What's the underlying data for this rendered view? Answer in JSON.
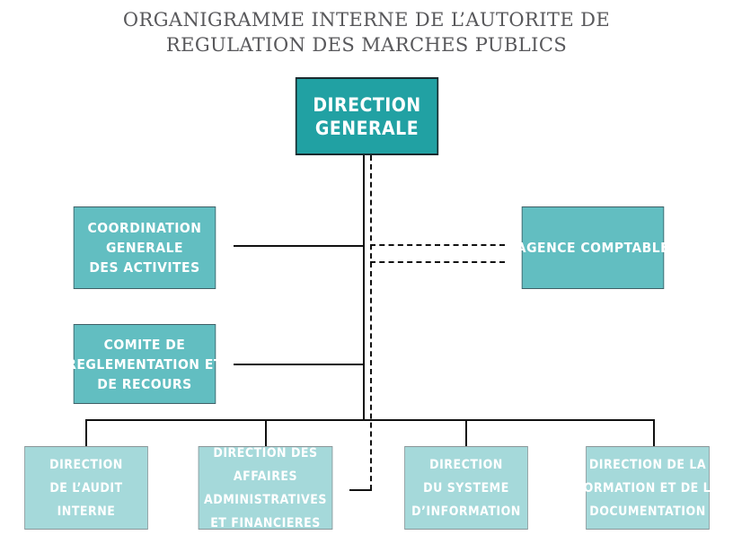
{
  "title": "ORGANIGRAMME INTERNE DE L’AUTORITE DE\nREGULATION DES MARCHES PUBLICS",
  "nodes": {
    "direction_generale": "DIRECTION\nGENERALE",
    "coordination_generale": "COORDINATION\nGENERALE\nDES ACTIVITES",
    "agence_comptable": "AGENCE COMPTABLE",
    "comite_reglementation": "COMITE DE\nREGLEMENTATION ET\nDE RECOURS",
    "direction_audit": "DIRECTION\nDE L’AUDIT\nINTERNE",
    "direction_affaires": "DIRECTION DES AFFAIRES\nADMINISTRATIVES\nET FINANCIERES",
    "direction_systeme": "DIRECTION\nDU SYSTEME\nD’INFORMATION",
    "direction_formation": "DIRECTION DE LA\nFORMATION ET DE LA\nDOCUMENTATION"
  },
  "chart_data": {
    "type": "diagram",
    "title": "ORGANIGRAMME INTERNE DE L’AUTORITE DE REGULATION DES MARCHES PUBLICS",
    "levels": [
      {
        "level": 1,
        "color": "#21a1a3",
        "nodes": [
          "DIRECTION GENERALE"
        ]
      },
      {
        "level": 2,
        "color": "#62bec1",
        "nodes": [
          "COORDINATION GENERALE DES ACTIVITES",
          "AGENCE COMPTABLE",
          "COMITE DE REGLEMENTATION ET DE RECOURS"
        ]
      },
      {
        "level": 3,
        "color": "#a5d9da",
        "nodes": [
          "DIRECTION DE L’AUDIT INTERNE",
          "DIRECTION DES AFFAIRES ADMINISTRATIVES ET FINANCIERES",
          "DIRECTION DU SYSTEME D’INFORMATION",
          "DIRECTION DE LA FORMATION ET DE LA DOCUMENTATION"
        ]
      }
    ],
    "edges": [
      {
        "from": "DIRECTION GENERALE",
        "to": "COORDINATION GENERALE DES ACTIVITES",
        "style": "solid"
      },
      {
        "from": "DIRECTION GENERALE",
        "to": "COMITE DE REGLEMENTATION ET DE RECOURS",
        "style": "solid"
      },
      {
        "from": "DIRECTION GENERALE",
        "to": "AGENCE COMPTABLE",
        "style": "dashed"
      },
      {
        "from": "DIRECTION GENERALE",
        "to": "DIRECTION DE L’AUDIT INTERNE",
        "style": "solid"
      },
      {
        "from": "DIRECTION GENERALE",
        "to": "DIRECTION DES AFFAIRES ADMINISTRATIVES ET FINANCIERES",
        "style": "solid"
      },
      {
        "from": "DIRECTION GENERALE",
        "to": "DIRECTION DU SYSTEME D’INFORMATION",
        "style": "solid"
      },
      {
        "from": "DIRECTION GENERALE",
        "to": "DIRECTION DE LA FORMATION ET DE LA DOCUMENTATION",
        "style": "solid"
      },
      {
        "from": "AGENCE COMPTABLE",
        "to": "DIRECTION DES AFFAIRES ADMINISTRATIVES ET FINANCIERES",
        "style": "dashed"
      }
    ],
    "colors": {
      "level1_fill": "#21a1a3",
      "level2_fill": "#62bec1",
      "level3_fill": "#a5d9da",
      "line": "#111111",
      "title_text": "#58585b",
      "node_text": "#ffffff",
      "background": "#ffffff"
    }
  }
}
